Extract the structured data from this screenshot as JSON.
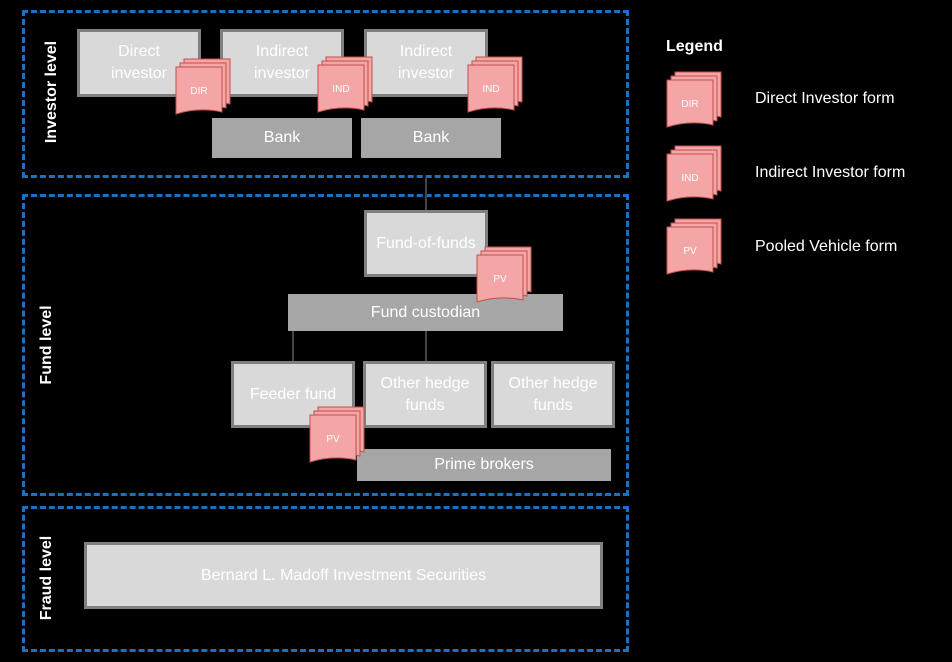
{
  "levels": {
    "investor": "Investor level",
    "fund": "Fund level",
    "fraud": "Fraud level"
  },
  "investor": {
    "direct_investor": "Direct investor",
    "indirect_investor_1": "Indirect investor",
    "indirect_investor_2": "Indirect investor",
    "bank_1": "Bank",
    "bank_2": "Bank"
  },
  "fund": {
    "fund_of_funds": "Fund-of-funds",
    "fund_custodian": "Fund custodian",
    "feeder_fund": "Feeder fund",
    "other_hedge_funds_1": "Other hedge funds",
    "other_hedge_funds_2": "Other hedge funds",
    "prime_brokers": "Prime brokers"
  },
  "fraud": {
    "madoff": "Bernard L. Madoff Investment Securities"
  },
  "forms": {
    "dir": "DIR",
    "ind": "IND",
    "pv": "PV"
  },
  "legend": {
    "title": "Legend",
    "items": [
      {
        "code": "DIR",
        "label": "Direct Investor form"
      },
      {
        "code": "IND",
        "label": "Indirect Investor form"
      },
      {
        "code": "PV",
        "label": "Pooled Vehicle form"
      }
    ]
  },
  "colors": {
    "section_border": "#1f6fbf",
    "box_light": "#d9d9d9",
    "box_gray": "#a6a6a6",
    "form_fill": "#f4a6a6",
    "form_stroke": "#c0504d"
  }
}
